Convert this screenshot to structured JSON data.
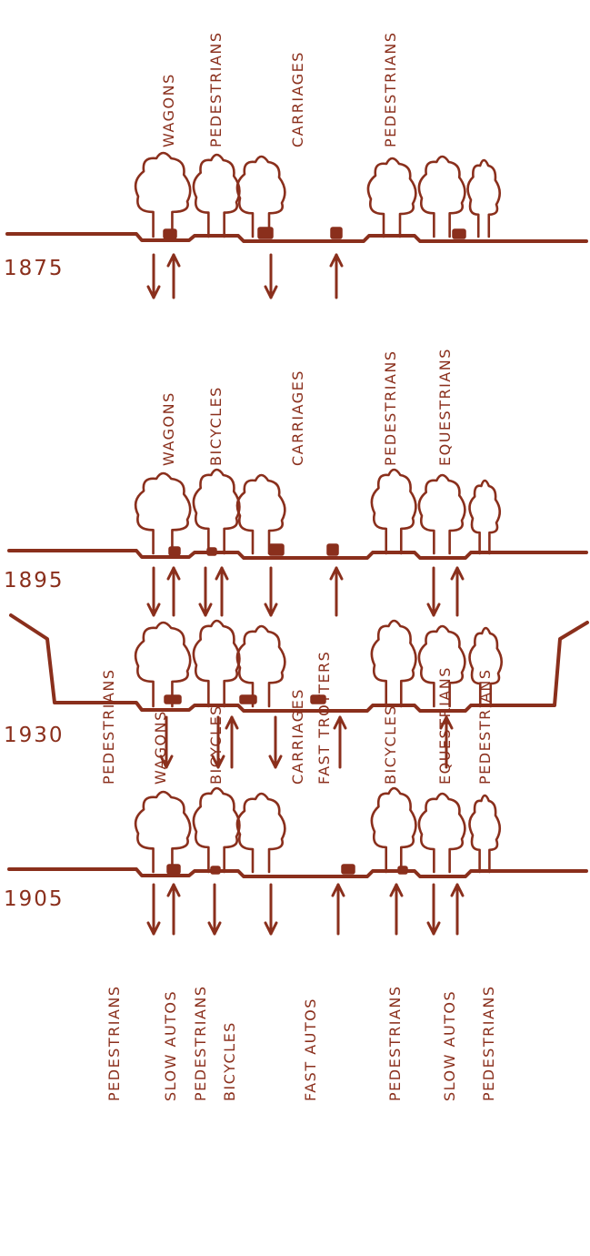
{
  "colors": {
    "ink": "#8a2f1c",
    "background": "#ffffff"
  },
  "panels": [
    {
      "year": "1875",
      "labels": [
        "WAGONS",
        "PEDESTRIANS",
        "CARRIAGES",
        "PEDESTRIANS"
      ],
      "arrows": [
        "down",
        "up",
        "down",
        "up"
      ]
    },
    {
      "year": "1895",
      "labels": [
        "WAGONS",
        "BICYCLES",
        "CARRIAGES",
        "PEDESTRIANS",
        "EQUESTRIANS"
      ],
      "arrows": [
        "down",
        "up",
        "down",
        "up",
        "down",
        "up",
        "down",
        "up"
      ]
    },
    {
      "year": "1905",
      "labels": [
        "PEDESTRIANS",
        "WAGONS",
        "BICYCLES",
        "CARRIAGES",
        "FAST TROTTERS",
        "BICYCLES",
        "EQUESTRIANS",
        "PEDESTRIANS"
      ],
      "arrows": [
        "down",
        "up",
        "down",
        "down",
        "up",
        "up",
        "down",
        "up"
      ]
    },
    {
      "year": "1930",
      "labels": [
        "PEDESTRIANS",
        "SLOW AUTOS",
        "PEDESTRIANS",
        "BICYCLES",
        "FAST AUTOS",
        "PEDESTRIANS",
        "SLOW AUTOS",
        "PEDESTRIANS"
      ],
      "arrows": [
        "down",
        "down",
        "up",
        "down",
        "up",
        "up"
      ]
    }
  ]
}
